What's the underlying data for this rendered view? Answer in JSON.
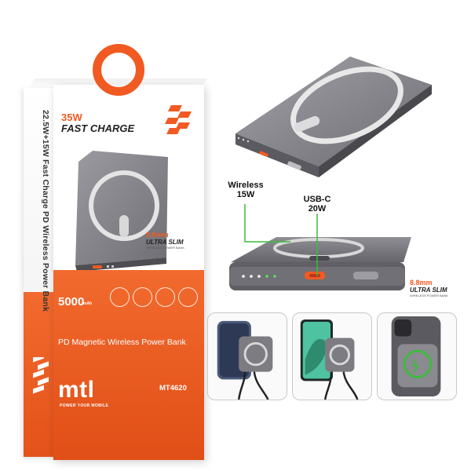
{
  "box": {
    "fast_charge_watt": "35W",
    "fast_charge_label": "FAST CHARGE",
    "side_text": "22.5W+15W Fast Charge PD Wireless Power Bank",
    "slim_mm": "8.8mm",
    "slim_label": "ULTRA SLIM",
    "slim_sub": "WIRELESS POWER BANK",
    "capacity": "5000",
    "capacity_unit": "mAh",
    "product_name": "PD Magnetic Wireless Power Bank",
    "brand": "mtl",
    "tagline": "POWER YOUR MOBILE",
    "model": "MT4620"
  },
  "callouts": {
    "wireless_title": "Wireless",
    "wireless_watt": "15W",
    "usbc_title": "USB-C",
    "usbc_watt": "20W"
  },
  "render_badge": {
    "slim_mm": "8.8mm",
    "slim_label": "ULTRA SLIM",
    "slim_sub": "WIRELESS POWER BANK"
  },
  "colors": {
    "brand_orange": "#f15a22",
    "device_gray": "#7a7a7e",
    "ring_white": "#e6e6e6",
    "callout_green": "#3dbb3d"
  },
  "icons": [
    "hang-ring-icon",
    "brand-logo-icon",
    "feature-icons",
    "magnetic-ring-icon"
  ]
}
